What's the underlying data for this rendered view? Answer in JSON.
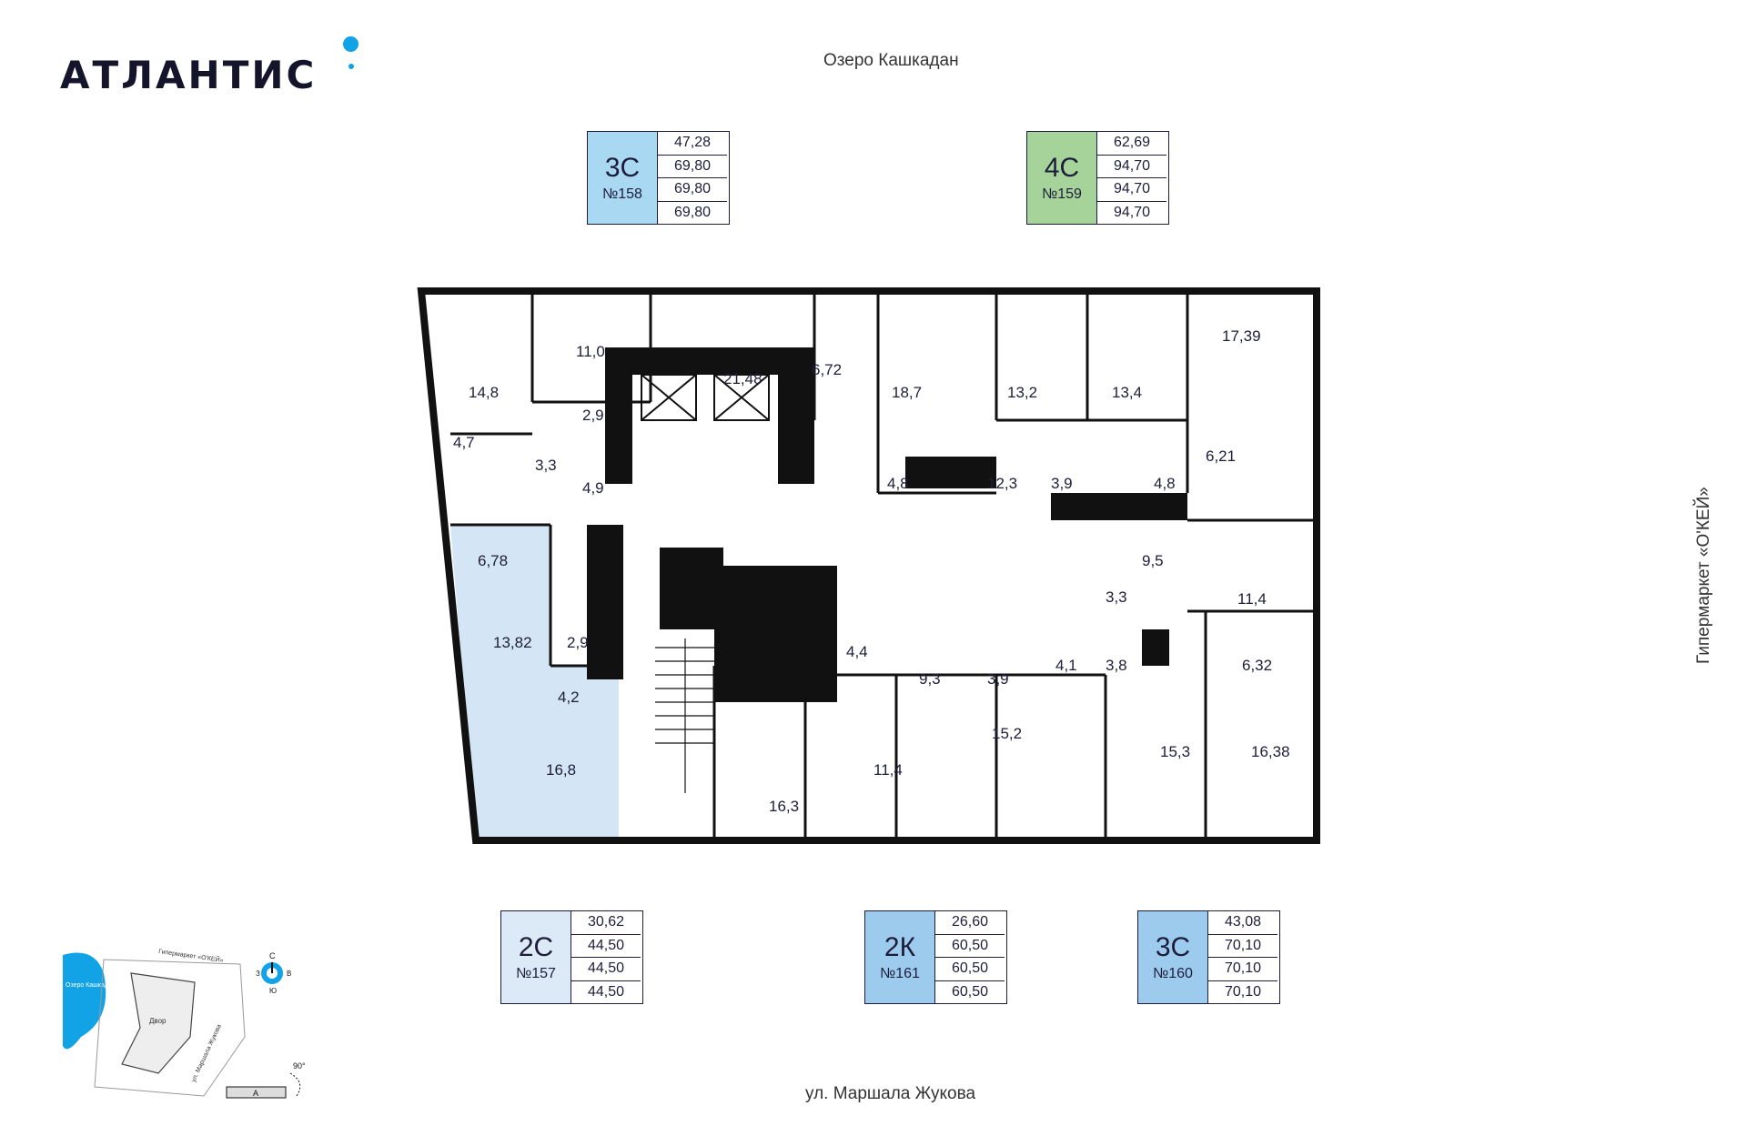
{
  "brand": {
    "name": "АТЛАНТИС"
  },
  "directions": {
    "north": "Озеро Кашкадан",
    "south": "ул. Маршала Жукова",
    "east": "Гипермаркет «О'КЕЙ»"
  },
  "apartments": [
    {
      "type": "3С",
      "number": "№158",
      "color": "#a9d8f3",
      "areas": [
        "47,28",
        "69,80",
        "69,80",
        "69,80"
      ]
    },
    {
      "type": "4С",
      "number": "№159",
      "color": "#a6d39a",
      "areas": [
        "62,69",
        "94,70",
        "94,70",
        "94,70"
      ]
    },
    {
      "type": "2С",
      "number": "№157",
      "color": "#dbeaf6",
      "areas": [
        "30,62",
        "44,50",
        "44,50",
        "44,50"
      ]
    },
    {
      "type": "2К",
      "number": "№161",
      "color": "#9ccbee",
      "areas": [
        "26,60",
        "60,50",
        "60,50",
        "60,50"
      ]
    },
    {
      "type": "3С",
      "number": "№160",
      "color": "#9ccbee",
      "areas": [
        "43,08",
        "70,10",
        "70,10",
        "70,10"
      ]
    }
  ],
  "rooms": [
    "14,8",
    "11,0",
    "21,48",
    "6,72",
    "18,7",
    "13,2",
    "13,4",
    "17,39",
    "2,9",
    "4,7",
    "3,3",
    "4,9",
    "4,8",
    "12,3",
    "3,9",
    "4,8",
    "6,21",
    "6,78",
    "9,5",
    "3,3",
    "11,4",
    "13,82",
    "2,9",
    "4,4",
    "9,3",
    "3,9",
    "4,1",
    "3,8",
    "6,32",
    "4,2",
    "16,8",
    "16,3",
    "11,4",
    "15,2",
    "15,3",
    "16,38"
  ],
  "minimap": {
    "lake": "Озеро Кашкадан",
    "store": "Гипермаркет «О'КЕЙ»",
    "yard": "Двор",
    "street": "ул. Маршала Жукова",
    "compass": {
      "n": "С",
      "w": "З",
      "e": "В",
      "s": "Ю"
    },
    "angle": "90°",
    "section": "А"
  },
  "colors": {
    "selected_apartment": "#d4e6f5",
    "walls": "#111111",
    "accent": "#12a3e6"
  }
}
